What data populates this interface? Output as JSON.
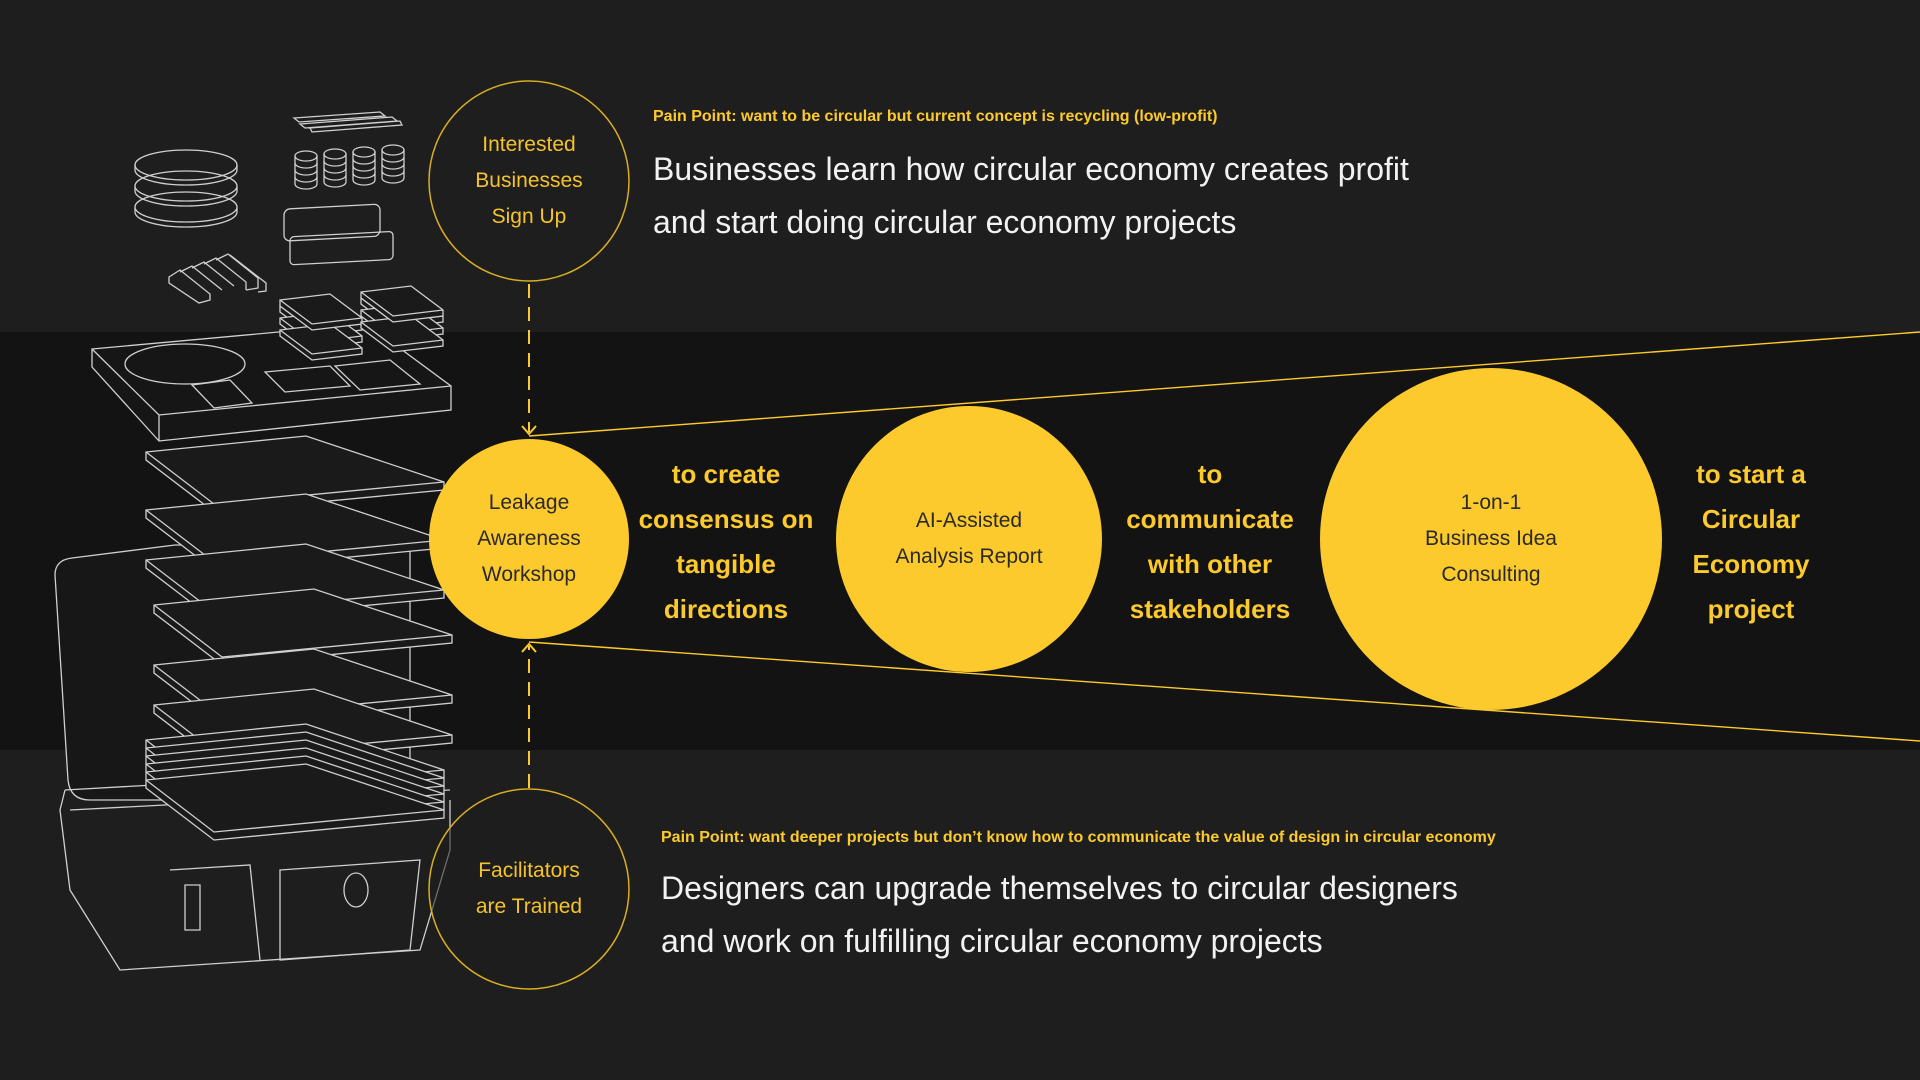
{
  "colors": {
    "accent": "#fcca2c",
    "background": "#1e1e1e",
    "band": "#131313",
    "text": "#f2f2f2"
  },
  "top": {
    "circle_label": "Interested\nBusinesses\nSign Up",
    "pain_point": "Pain Point: want to be circular but current concept is recycling (low-profit)",
    "headline_line1": "Businesses learn how circular economy creates profit",
    "headline_line2": "and start doing circular economy projects"
  },
  "flow": {
    "steps": [
      {
        "label": "Leakage\nAwareness\nWorkshop"
      },
      {
        "label": "AI-Assisted\nAnalysis Report"
      },
      {
        "label": "1-on-1\nBusiness Idea\nConsulting"
      }
    ],
    "connectors": [
      "to create\nconsensus on\ntangible\ndirections",
      "to\ncommunicate\nwith other\nstakeholders",
      "to start a\nCircular\nEconomy\nproject"
    ]
  },
  "bottom": {
    "circle_label": "Facilitators\nare Trained",
    "pain_point": "Pain Point: want deeper projects but don’t know how to communicate the value of design in circular economy",
    "headline_line1": "Designers can upgrade themselves to circular designers",
    "headline_line2": "and work on fulfilling circular economy projects"
  }
}
